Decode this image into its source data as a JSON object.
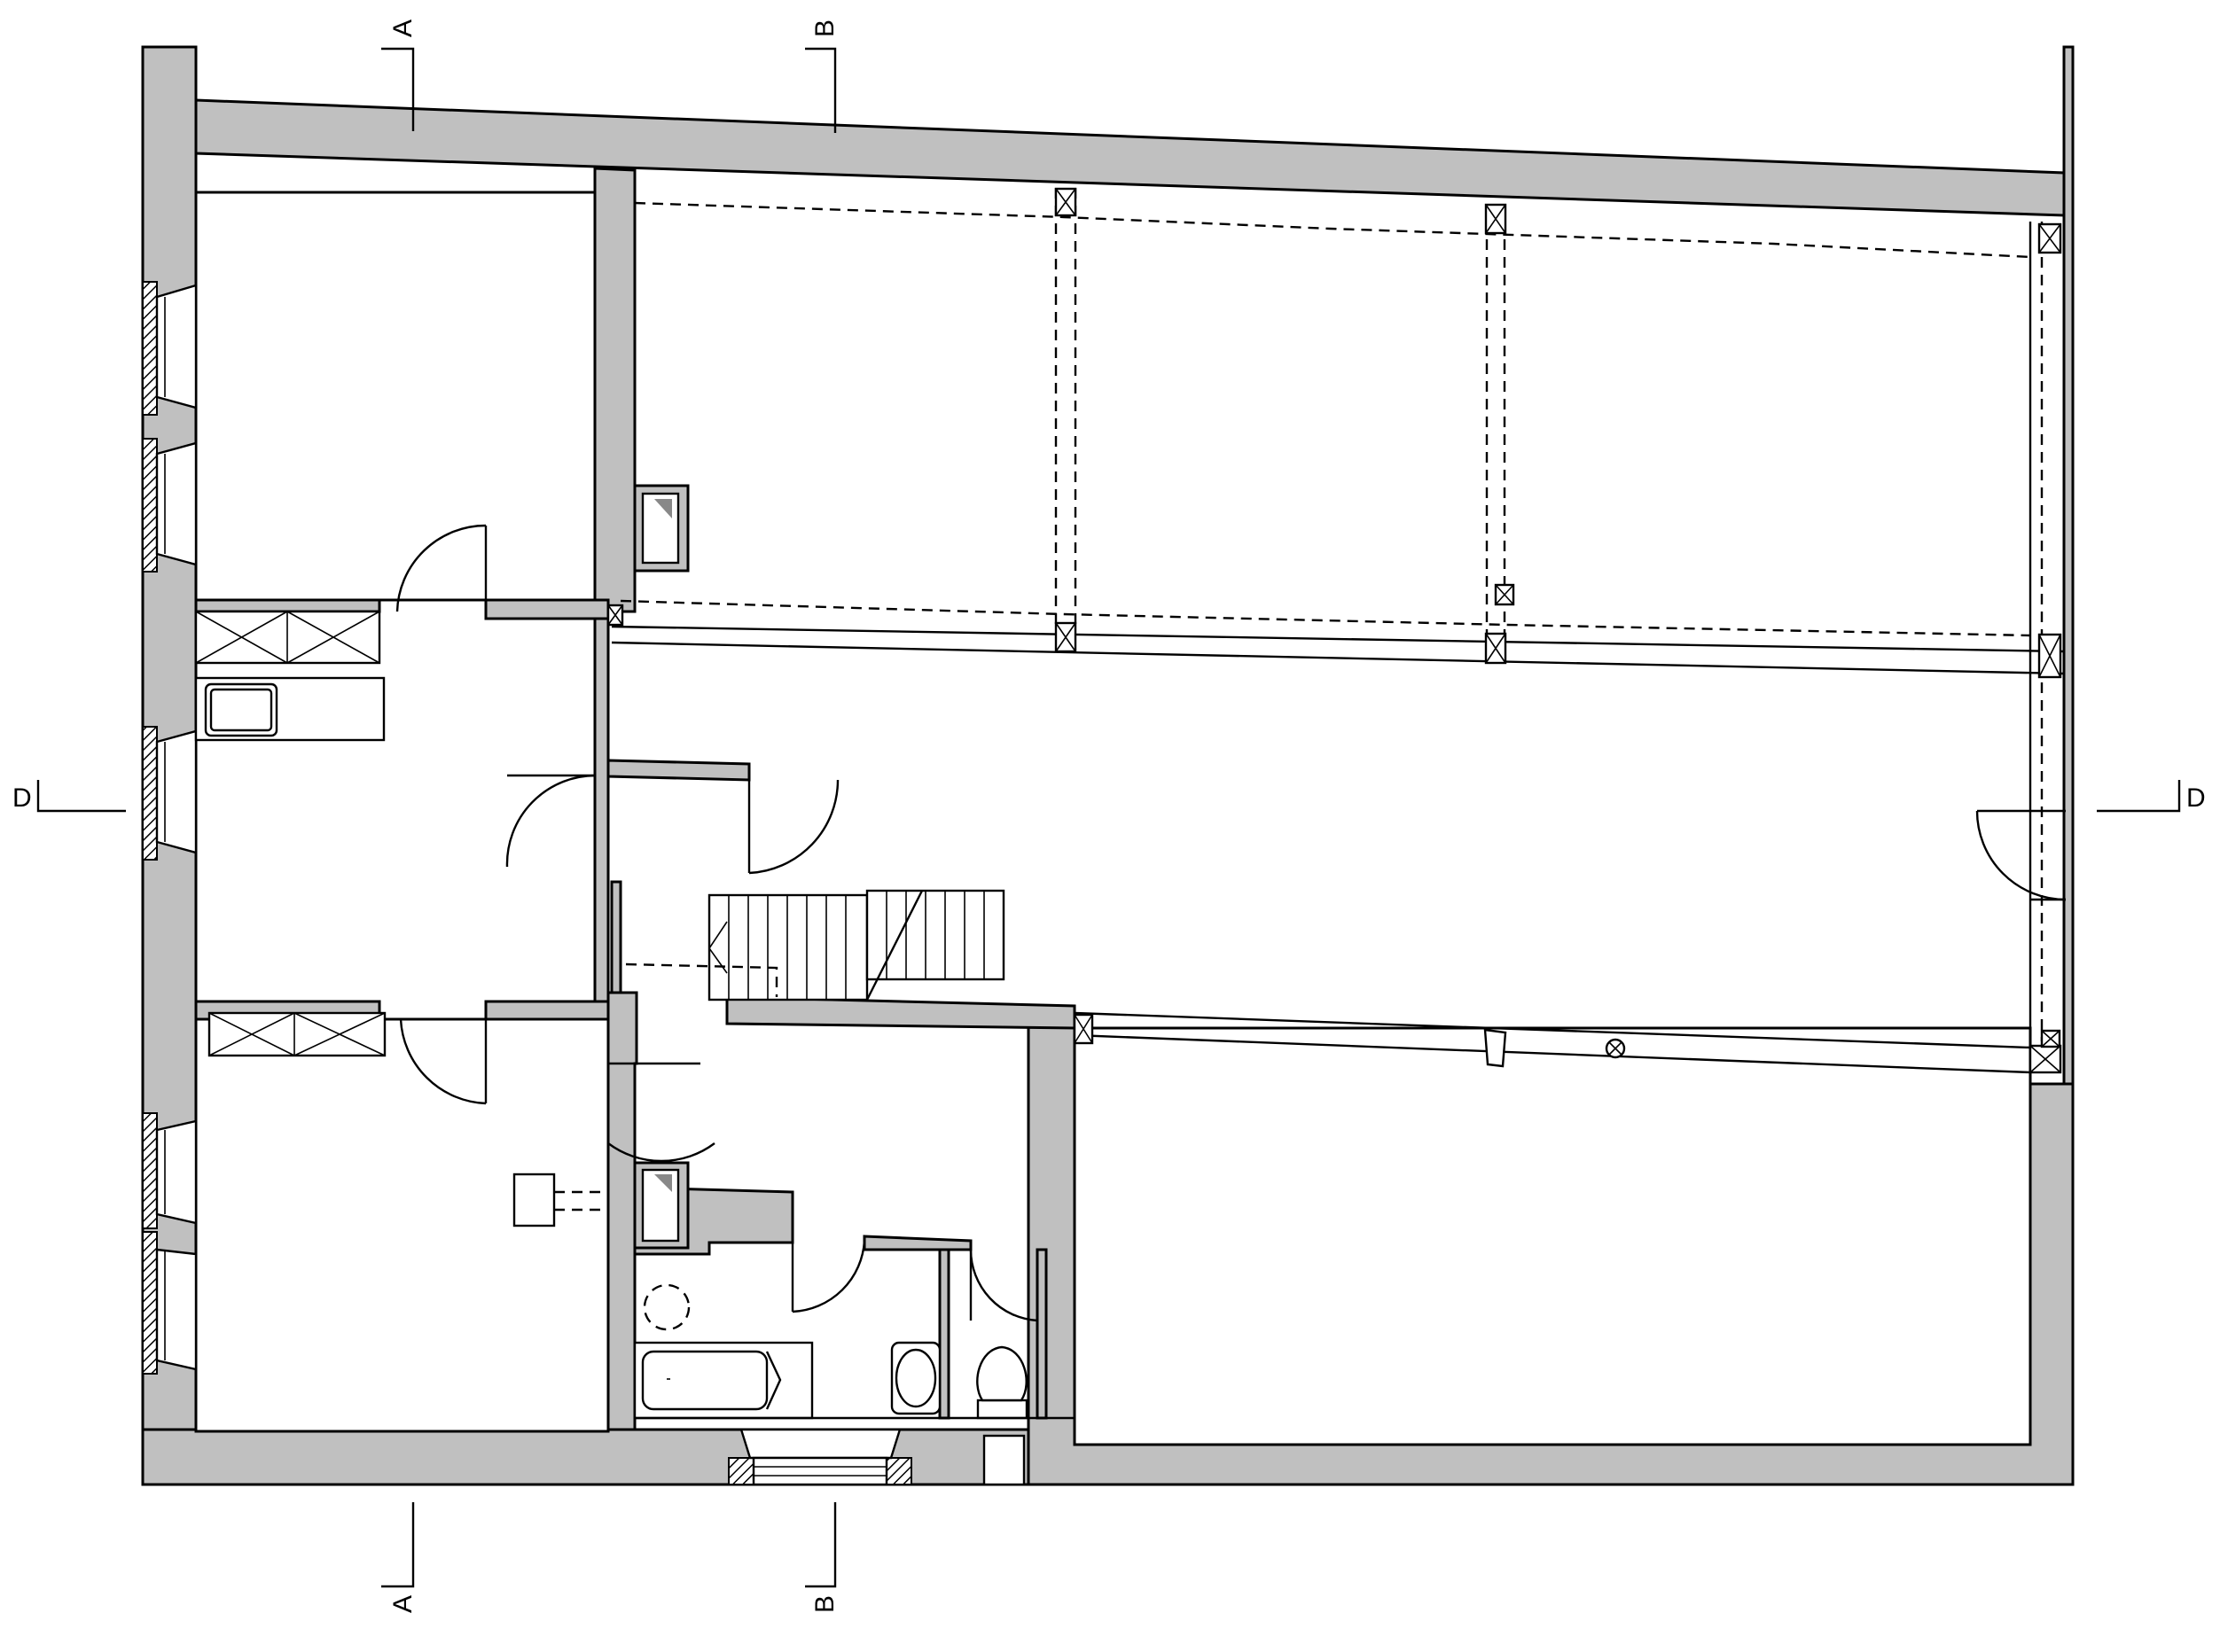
{
  "section_markers": {
    "a_top": "A",
    "b_top": "B",
    "a_bottom": "A",
    "b_bottom": "B",
    "d_left": "D",
    "d_right": "D"
  },
  "colors": {
    "wall_fill": "#c0c0c0",
    "line": "#000000",
    "background": "#ffffff"
  }
}
